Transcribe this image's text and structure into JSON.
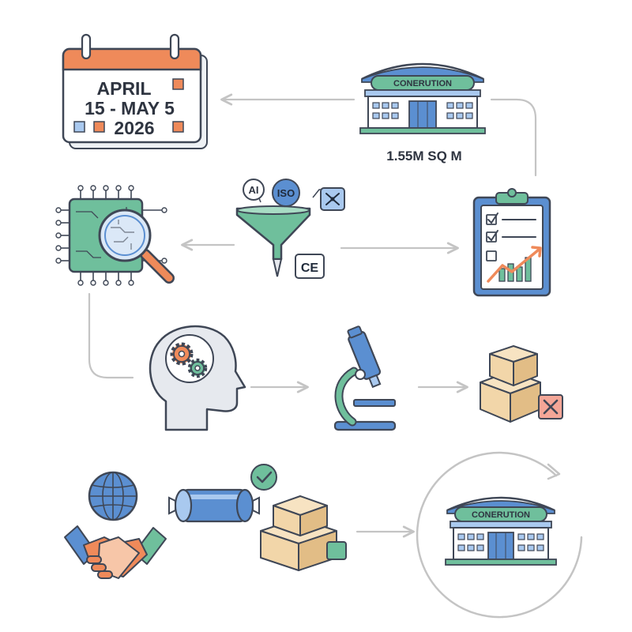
{
  "calendar": {
    "line1": "APRIL",
    "line2": "15 - MAY 5",
    "line3": "2026"
  },
  "venue_top": {
    "sign": "CONERUTION",
    "area": "1.55M SQ M"
  },
  "venue_bottom": {
    "sign": "CONERUTION"
  },
  "filter_badges": {
    "ai": "AI",
    "iso": "ISO",
    "ce": "CE"
  },
  "colors": {
    "outline": "#3f4756",
    "orange": "#ef8a5a",
    "teal": "#6fbf9c",
    "blue": "#5b8fd1",
    "light_blue": "#a9c9ef",
    "box": "#f2d6a9",
    "arrow": "#c4c4c4",
    "red_x": "#e06a5a"
  },
  "icons": [
    "calendar-icon",
    "convention-center-icon",
    "circuit-board-icon",
    "magnifier-icon",
    "funnel-icon",
    "clipboard-checklist-icon",
    "head-gears-icon",
    "microscope-icon",
    "rejected-boxes-icon",
    "globe-icon",
    "handshake-icon",
    "shipping-cylinder-icon",
    "checkmark-badge-icon",
    "package-boxes-icon",
    "cycle-arrow-icon"
  ]
}
